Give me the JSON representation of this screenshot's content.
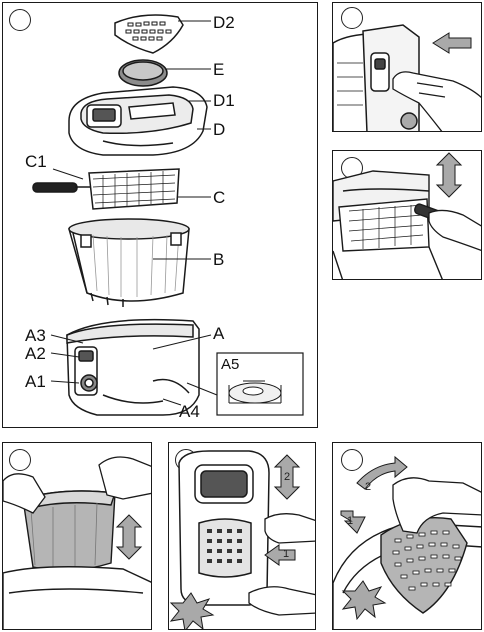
{
  "overview": {
    "labels": {
      "d2": "D2",
      "e": "E",
      "d1": "D1",
      "d": "D",
      "c1": "C1",
      "c": "C",
      "b": "B",
      "a3": "A3",
      "a2": "A2",
      "a1": "A1",
      "a": "A",
      "a4": "A4",
      "a5": "A5"
    }
  },
  "steps": {
    "lift_step": {
      "up_down": "2",
      "push": "1"
    },
    "filter_step": {
      "turn": "2",
      "press": "1"
    }
  },
  "colors": {
    "line": "#1a1a1a",
    "fill_gray": "#b5b5b5",
    "arrow_gray": "#a9a9a9"
  }
}
